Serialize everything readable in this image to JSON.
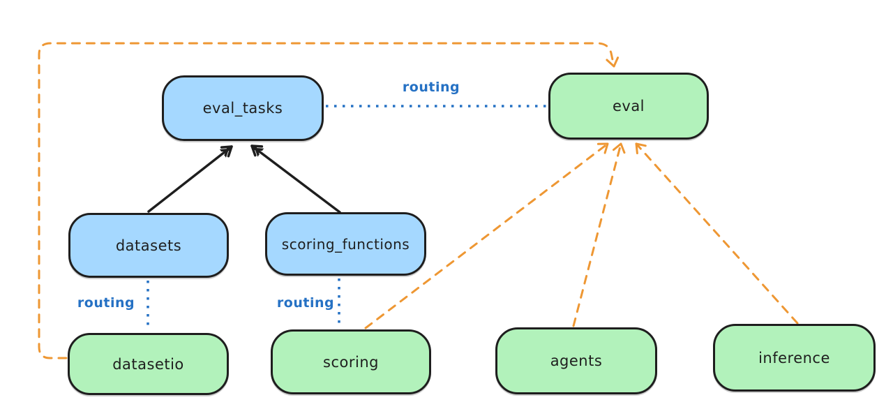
{
  "diagram": {
    "palette": {
      "canvas_background": "#ffffff",
      "node_stroke": "#1e1e1e",
      "text_color": "#1e1e1e",
      "blue_fill": "#a5d8ff",
      "green_fill": "#b2f2bb",
      "routing_blue": "#2571c4",
      "orange": "#ee9733",
      "black_edge": "#1e1e1e"
    },
    "nodes": {
      "eval_tasks": {
        "label": "eval_tasks",
        "fill": "blue"
      },
      "eval": {
        "label": "eval",
        "fill": "green"
      },
      "datasets": {
        "label": "datasets",
        "fill": "blue"
      },
      "scoring_functions": {
        "label": "scoring_functions",
        "fill": "blue"
      },
      "datasetio": {
        "label": "datasetio",
        "fill": "green"
      },
      "scoring": {
        "label": "scoring",
        "fill": "green"
      },
      "agents": {
        "label": "agents",
        "fill": "green"
      },
      "inference": {
        "label": "inference",
        "fill": "green"
      }
    },
    "edge_labels": {
      "eval_tasks_to_eval": "routing",
      "datasets_to_datasetio": "routing",
      "scoring_functions_to_scoring": "routing"
    },
    "edges": [
      {
        "from": "datasets",
        "to": "eval_tasks",
        "style": "solid",
        "arrow": true,
        "color": "black"
      },
      {
        "from": "scoring_functions",
        "to": "eval_tasks",
        "style": "solid",
        "arrow": true,
        "color": "black"
      },
      {
        "from": "eval_tasks",
        "to": "eval",
        "style": "dotted",
        "arrow": false,
        "color": "blue",
        "label": "routing"
      },
      {
        "from": "datasets",
        "to": "datasetio",
        "style": "dotted",
        "arrow": false,
        "color": "blue",
        "label": "routing"
      },
      {
        "from": "scoring_functions",
        "to": "scoring",
        "style": "dotted",
        "arrow": false,
        "color": "blue",
        "label": "routing"
      },
      {
        "from": "datasetio",
        "to": "eval",
        "style": "dashed",
        "arrow": true,
        "color": "orange",
        "route": "around-left-and-top"
      },
      {
        "from": "scoring",
        "to": "eval",
        "style": "dashed",
        "arrow": true,
        "color": "orange"
      },
      {
        "from": "agents",
        "to": "eval",
        "style": "dashed",
        "arrow": true,
        "color": "orange"
      },
      {
        "from": "inference",
        "to": "eval",
        "style": "dashed",
        "arrow": true,
        "color": "orange"
      }
    ]
  }
}
